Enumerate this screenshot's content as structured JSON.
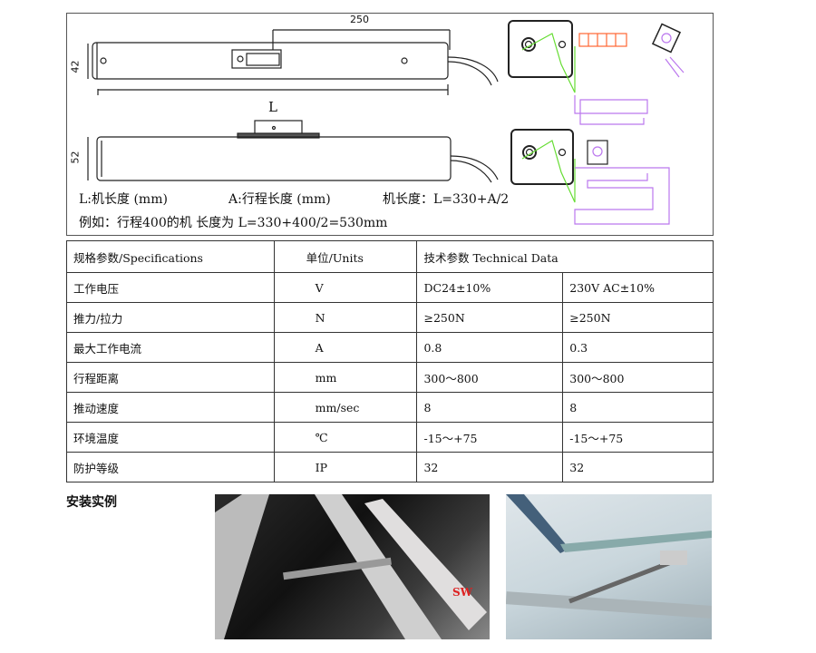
{
  "diagram": {
    "dim_top": "250",
    "dim_height_top": "42",
    "dim_height_bottom": "52",
    "dim_length": "L",
    "note1": "L:机长度 (mm)",
    "note2": "A:行程长度 (mm)",
    "note3": "机长度：L=330+A/2",
    "note4": "例如：行程400的机  长度为 L=330+400/2=530mm"
  },
  "table": {
    "headers": [
      "规格参数/Specifications",
      "单位/Units",
      "技术参数 Technical Data"
    ],
    "rows": [
      [
        "工作电压",
        "V",
        "DC24±10%",
        "230V AC±10%"
      ],
      [
        "推力/拉力",
        "N",
        "≥250N",
        "≥250N"
      ],
      [
        "最大工作电流",
        "A",
        "0.8",
        "0.3"
      ],
      [
        "行程距离",
        "mm",
        "300～800",
        "300～800"
      ],
      [
        "推动速度",
        "mm/sec",
        "8",
        "8"
      ],
      [
        "环境温度",
        "℃",
        "-15～+75",
        "-15～+75"
      ],
      [
        "防护等级",
        "IP",
        "32",
        "32"
      ]
    ]
  },
  "install": {
    "title": "安装实例"
  },
  "colors": {
    "bracket_green": "#66dd33",
    "profile_purple": "#bb77ee",
    "chain_orange": "#ff6633"
  }
}
